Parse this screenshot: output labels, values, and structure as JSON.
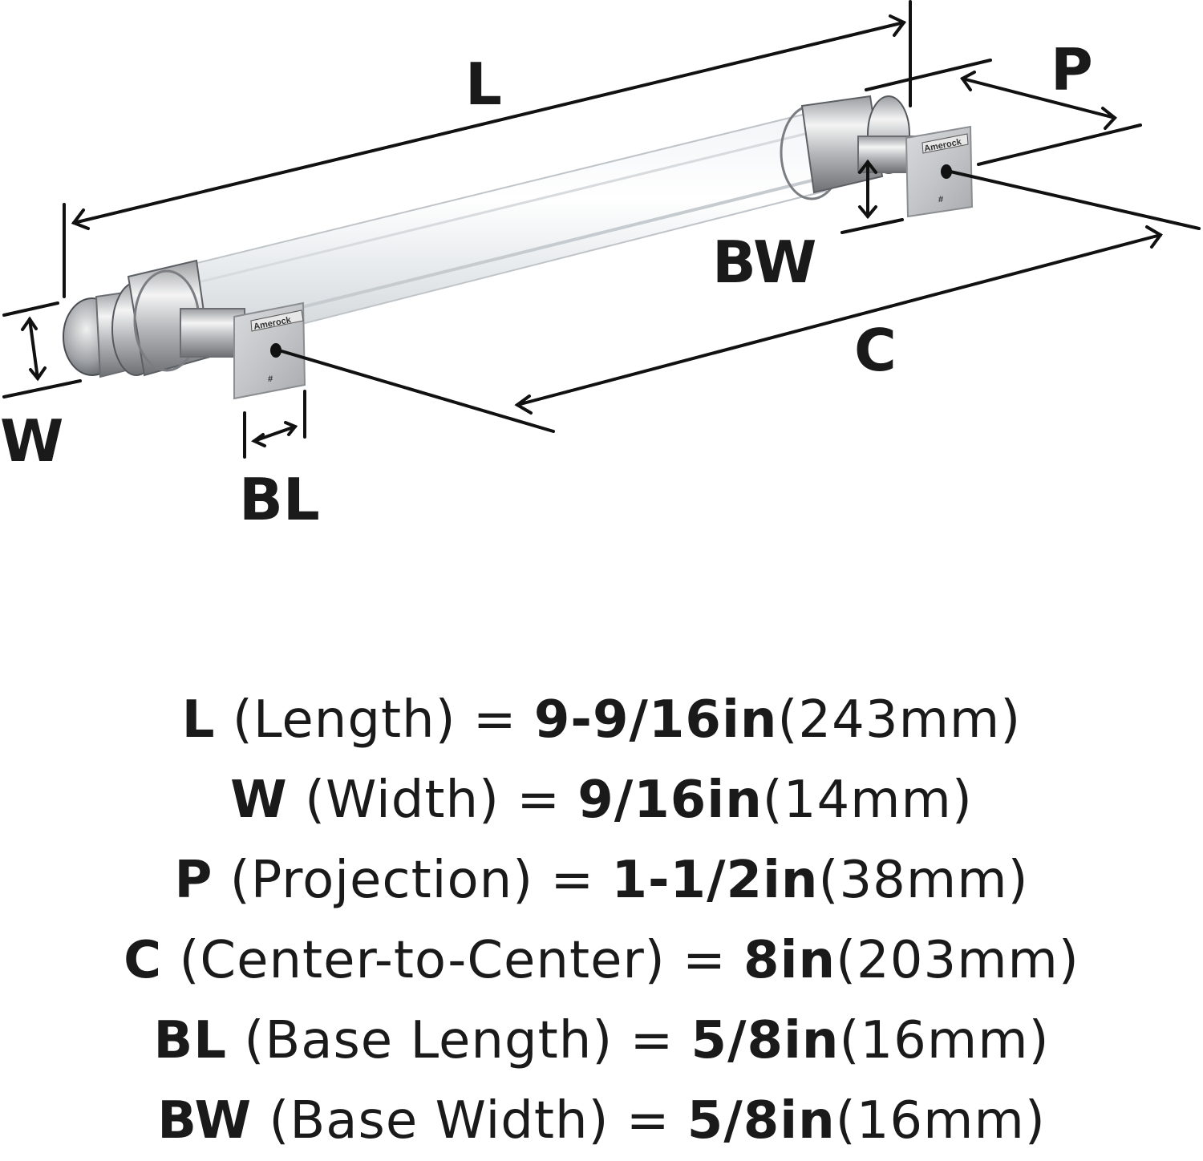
{
  "diagram": {
    "brand": "Amerock",
    "hash_mark": "#",
    "labels": {
      "L": "L",
      "P": "P",
      "BW": "BW",
      "C": "C",
      "W": "W",
      "BL": "BL"
    }
  },
  "specs": [
    {
      "code": "L",
      "name": "(Length)",
      "eq": "=",
      "inch": "9-9/16in",
      "mm": "(243mm)"
    },
    {
      "code": "W",
      "name": "(Width)",
      "eq": "=",
      "inch": "9/16in",
      "mm": "(14mm)"
    },
    {
      "code": "P",
      "name": "(Projection)",
      "eq": "=",
      "inch": "1-1/2in",
      "mm": "(38mm)"
    },
    {
      "code": "C",
      "name": "(Center-to-Center)",
      "eq": "=",
      "inch": "8in",
      "mm": "(203mm)"
    },
    {
      "code": "BL",
      "name": "(Base Length)",
      "eq": "=",
      "inch": "5/8in",
      "mm": "(16mm)"
    },
    {
      "code": "BW",
      "name": "(Base Width)",
      "eq": "=",
      "inch": "5/8in",
      "mm": "(16mm)"
    }
  ]
}
